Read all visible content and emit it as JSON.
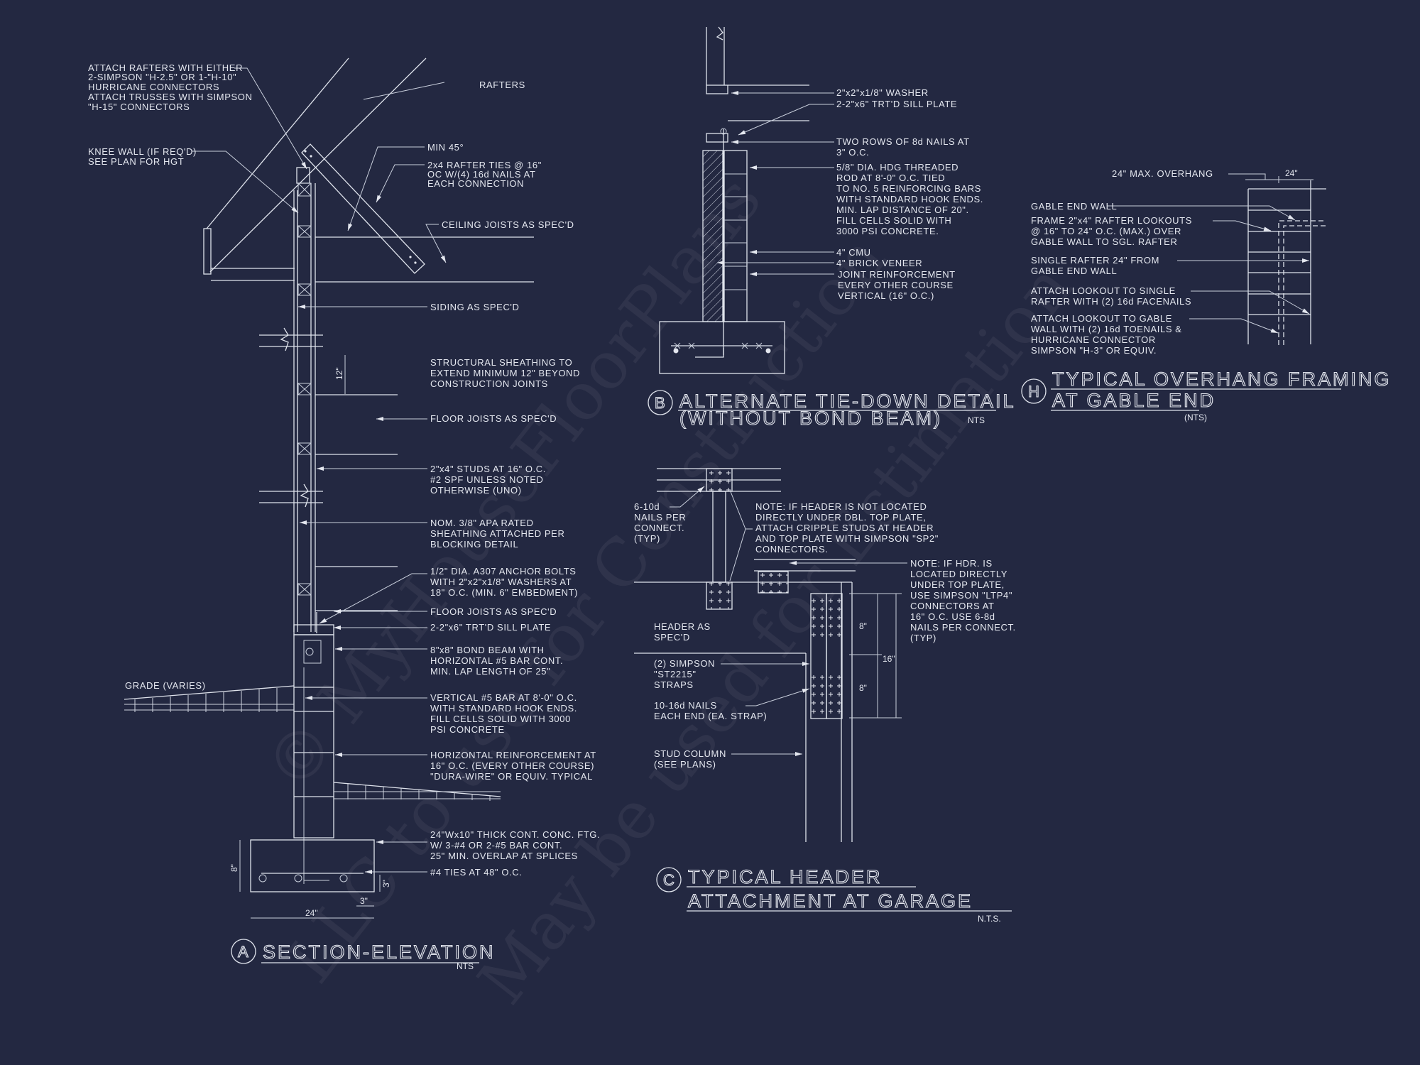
{
  "colors": {
    "background": "#232841",
    "linework": "#e4e7ef"
  },
  "watermark": [
    "© MyHouseFloorPlans",
    "LLC to use for Construction",
    "May be used for Estimation"
  ],
  "detail_a": {
    "marker": "A",
    "title": "SECTION-ELEVATION",
    "scale": "NTS",
    "notes": {
      "attach_rafters": [
        "ATTACH RAFTERS WITH EITHER",
        "2-SIMPSON \"H-2.5\" OR 1-\"H-10\"",
        "HURRICANE CONNECTORS",
        "ATTACH TRUSSES WITH SIMPSON",
        "\"H-15\" CONNECTORS"
      ],
      "knee_wall": [
        "KNEE WALL (IF REQ'D)",
        "SEE PLAN FOR HGT"
      ],
      "rafters": "RAFTERS",
      "min_angle": "MIN 45°",
      "rafter_ties": [
        "2x4 RAFTER TIES @ 16\"",
        "OC W/(4) 16d NAILS AT",
        "EACH CONNECTION"
      ],
      "ceiling_joists": "CEILING JOISTS AS SPEC'D",
      "siding": "SIDING AS SPEC'D",
      "structural_sheathing": [
        "STRUCTURAL SHEATHING TO",
        "EXTEND MINIMUM 12\" BEYOND",
        "CONSTRUCTION JOINTS"
      ],
      "floor_joists_upper": "FLOOR JOISTS AS SPEC'D",
      "studs": [
        "2\"x4\" STUDS AT 16\" O.C.",
        "#2 SPF UNLESS NOTED",
        "OTHERWISE (UNO)"
      ],
      "sheathing": [
        "NOM. 3/8\" APA RATED",
        "SHEATHING ATTACHED PER",
        "BLOCKING DETAIL"
      ],
      "anchor_bolts": [
        "1/2\" DIA. A307 ANCHOR BOLTS",
        "WITH 2\"x2\"x1/8\" WASHERS AT",
        "18\" O.C. (MIN. 6\" EMBEDMENT)"
      ],
      "floor_joists_lower": "FLOOR JOISTS AS SPEC'D",
      "sill_plate": "2-2\"x6\" TRT'D SILL PLATE",
      "bond_beam": [
        "8\"x8\" BOND BEAM WITH",
        "HORIZONTAL #5 BAR CONT.",
        "MIN. LAP LENGTH OF 25\""
      ],
      "vertical_bar": [
        "VERTICAL #5 BAR AT 8'-0\" O.C.",
        "WITH STANDARD HOOK ENDS.",
        "FILL CELLS SOLID WITH 3000",
        "PSI CONCRETE"
      ],
      "horizontal_reinf": [
        "HORIZONTAL REINFORCEMENT AT",
        "16\" O.C. (EVERY OTHER COURSE)",
        "\"DURA-WIRE\" OR EQUIV. TYPICAL"
      ],
      "footing": [
        "24\"Wx10\" THICK CONT. CONC. FTG.",
        "W/ 3-#4 OR 2-#5 BAR CONT.",
        "25\" MIN. OVERLAP AT SPLICES"
      ],
      "ties": "#4 TIES AT 48\" O.C.",
      "grade": "GRADE (VARIES)"
    },
    "dimensions": {
      "sheathing_lap": "12\"",
      "footing_height": "8\"",
      "cover_vertical": "3\"",
      "cover_horizontal": "3\"",
      "footing_width": "24\""
    }
  },
  "detail_b": {
    "marker": "B",
    "title": [
      "ALTERNATE TIE-DOWN DETAIL",
      "(WITHOUT BOND BEAM)"
    ],
    "scale": "NTS",
    "notes": {
      "washer": "2\"x2\"x1/8\" WASHER",
      "sill_plate": "2-2\"x6\" TRT'D SILL PLATE",
      "nails": [
        "TWO ROWS OF 8d NAILS AT",
        "3\" O.C."
      ],
      "threaded_rod": [
        "5/8\" DIA. HDG THREADED",
        "ROD AT 8'-0\" O.C. TIED",
        "TO NO. 5 REINFORCING BARS",
        "WITH STANDARD HOOK ENDS.",
        "MIN. LAP DISTANCE OF 20\".",
        "FILL CELLS SOLID WITH",
        "3000 PSI CONCRETE."
      ],
      "cmu": "4\" CMU",
      "brick": "4\" BRICK VENEER",
      "joint_reinf": [
        "JOINT REINFORCEMENT",
        "EVERY OTHER COURSE",
        "VERTICAL (16\" O.C.)"
      ]
    }
  },
  "detail_c": {
    "marker": "C",
    "title": [
      "TYPICAL HEADER",
      "ATTACHMENT AT GARAGE"
    ],
    "scale": "N.T.S.",
    "notes": {
      "nails_per_connect": [
        "6-10d",
        "NAILS PER",
        "CONNECT.",
        "(TYP)"
      ],
      "note_sp2": [
        "NOTE: IF HEADER IS NOT LOCATED",
        "DIRECTLY UNDER DBL. TOP PLATE,",
        "ATTACH CRIPPLE STUDS AT HEADER",
        "AND TOP PLATE WITH SIMPSON \"SP2\"",
        "CONNECTORS."
      ],
      "note_ltp4": [
        "NOTE: IF HDR. IS",
        "LOCATED DIRECTLY",
        "UNDER TOP PLATE,",
        "USE SIMPSON \"LTP4\"",
        "CONNECTORS AT",
        "16\" O.C.  USE 6-8d",
        "NAILS PER CONNECT.",
        "(TYP)"
      ],
      "header": [
        "HEADER AS",
        "SPEC'D"
      ],
      "straps": [
        "(2) SIMPSON",
        "\"ST2215\"",
        "STRAPS"
      ],
      "strap_nails": [
        "10-16d NAILS",
        "EACH END (EA. STRAP)"
      ],
      "stud_column": [
        "STUD COLUMN",
        "(SEE PLANS)"
      ]
    },
    "dimensions": {
      "upper": "8\"",
      "total": "16\"",
      "lower": "8\""
    }
  },
  "detail_h": {
    "marker": "H",
    "title": [
      "TYPICAL OVERHANG FRAMING",
      "AT GABLE END"
    ],
    "scale": "(NTS)",
    "notes": {
      "max_overhang": "24\" MAX. OVERHANG",
      "gable_end_wall": "GABLE END WALL",
      "lookouts": [
        "FRAME 2\"x4\" RAFTER LOOKOUTS",
        "@ 16\" TO 24\" O.C. (MAX.) OVER",
        "GABLE WALL TO SGL. RAFTER"
      ],
      "single_rafter": [
        "SINGLE RAFTER 24\" FROM",
        "GABLE END WALL"
      ],
      "facenails": [
        "ATTACH LOOKOUT TO SINGLE",
        "RAFTER WITH (2) 16d FACENAILS"
      ],
      "toenails": [
        "ATTACH LOOKOUT TO GABLE",
        "WALL WITH (2) 16d TOENAILS &",
        "HURRICANE CONNECTOR",
        "SIMPSON \"H-3\" OR EQUIV."
      ]
    },
    "dimensions": {
      "overhang": "24\""
    }
  }
}
